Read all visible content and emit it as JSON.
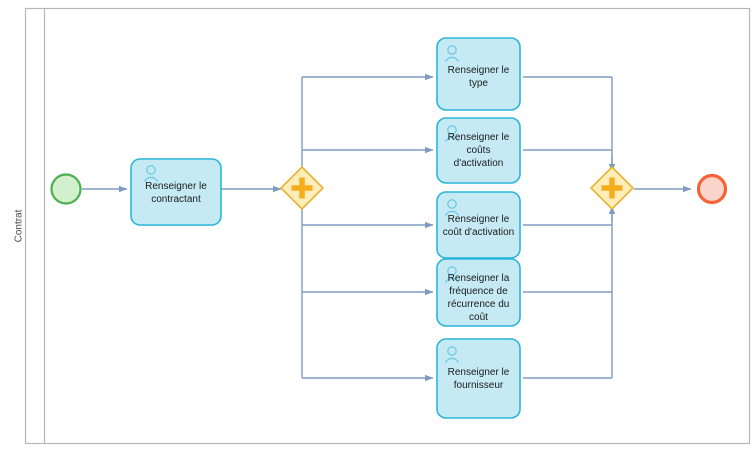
{
  "diagram": {
    "type": "bpmn-process",
    "pool": {
      "lane_label": "Contrat"
    },
    "colors": {
      "task_fill": "#c5eaf4",
      "task_stroke": "#29b6d8",
      "flow_stroke": "#7f9bc1",
      "start_fill": "#d2f0cd",
      "start_stroke": "#4caf50",
      "end_fill": "#fbd5cb",
      "end_stroke": "#f4623a",
      "gateway_fill": "#fdeeb9",
      "gateway_stroke": "#e8b233",
      "gateway_plus": "#f5ac1d",
      "pool_stroke": "#b7b7b7"
    },
    "events": {
      "start_name": "start-event",
      "end_name": "end-event"
    },
    "gateways": [
      {
        "id": "split",
        "kind": "parallel",
        "symbol": "+"
      },
      {
        "id": "join",
        "kind": "parallel",
        "symbol": "+"
      }
    ],
    "tasks": [
      {
        "id": "task-renseigner-le-contractant",
        "kind": "user-task",
        "lines": [
          "Renseigner le",
          "contractant"
        ]
      },
      {
        "id": "task-renseigner-le-type",
        "kind": "user-task",
        "lines": [
          "Renseigner le",
          "type"
        ]
      },
      {
        "id": "task-renseigner-le-couts-d-activation",
        "kind": "user-task",
        "lines": [
          "Renseigner le",
          "coûts",
          "d'activation"
        ]
      },
      {
        "id": "task-renseigner-le-cout-d-activation",
        "kind": "user-task",
        "lines": [
          "Renseigner le",
          "coût d'activation"
        ]
      },
      {
        "id": "task-renseigner-la-frequence-de-recurrence-du-cout",
        "kind": "user-task",
        "lines": [
          "Renseigner la",
          "fréquence de",
          "récurrence du",
          "coût"
        ]
      },
      {
        "id": "task-renseigner-le-fournisseur",
        "kind": "user-task",
        "lines": [
          "Renseigner le",
          "fournisseur"
        ]
      }
    ]
  }
}
